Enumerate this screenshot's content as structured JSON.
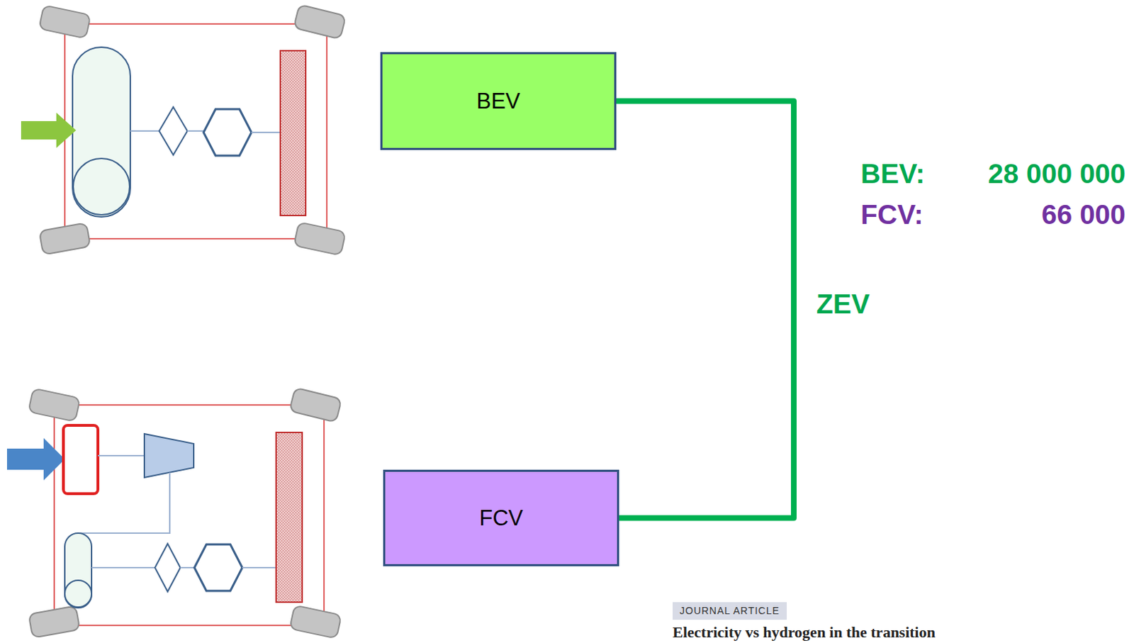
{
  "diagram": {
    "nodes": [
      {
        "text": [
          "BEV"
        ]
      },
      {
        "text": [
          "FCV"
        ]
      }
    ],
    "edges": [
      {
        "from": 0,
        "to": 1,
        "arrow": "none",
        "label": "ZEV"
      }
    ],
    "labels": [
      "BEV:",
      "28 000 000",
      "FCV:",
      "66 000",
      "JOURNAL ARTICLE",
      "Electricity vs hydrogen in the transition"
    ]
  }
}
